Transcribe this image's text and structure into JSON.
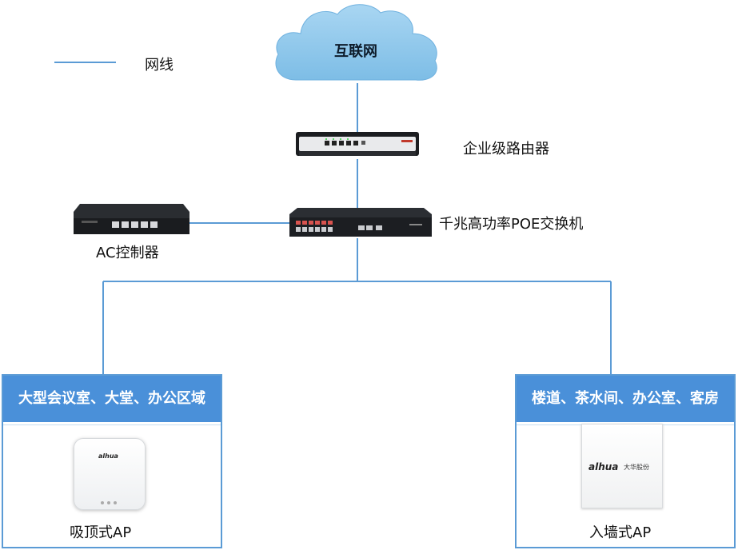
{
  "legend": {
    "label": "网线",
    "color": "#5b9bd5"
  },
  "cloud": {
    "label": "互联网"
  },
  "router": {
    "label": "企业级路由器"
  },
  "switch": {
    "label": "千兆高功率POE交换机"
  },
  "ac": {
    "label": "AC控制器"
  },
  "left_area": {
    "title": "大型会议室、大堂、办公区域",
    "ap_label": "吸顶式AP",
    "brand": "alhua"
  },
  "right_area": {
    "title": "楼道、茶水间、办公室、客房",
    "ap_label": "入墙式AP",
    "brand": "alhua",
    "brand_cn": "大华股份"
  },
  "colors": {
    "wire": "#5b9bd5",
    "cloud": "#8ec6ea",
    "header": "#4a90d9"
  }
}
